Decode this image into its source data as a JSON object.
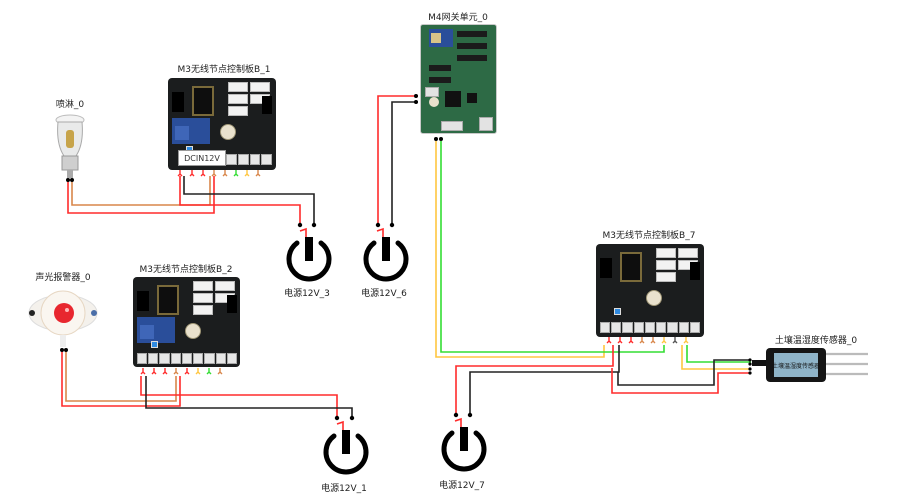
{
  "components": {
    "sprinkler": {
      "label": "喷淋_0",
      "icon": "sprinkler-icon"
    },
    "alarm": {
      "label": "声光报警器_0",
      "icon": "buzzer-light-alarm-icon"
    },
    "board_b1": {
      "label": "M3无线节点控制板B_1",
      "dc_label": "DCIN12V"
    },
    "board_b2": {
      "label": "M3无线节点控制板B_2"
    },
    "board_b7": {
      "label": "M3无线节点控制板B_7"
    },
    "gateway": {
      "label": "M4网关单元_0"
    },
    "soil_sensor": {
      "label": "土壤温湿度传感器_0",
      "body_text": "土壤温湿度传感器"
    },
    "power_3": {
      "label": "电源12V_3"
    },
    "power_6": {
      "label": "电源12V_6"
    },
    "power_1": {
      "label": "电源12V_1"
    },
    "power_7": {
      "label": "电源12V_7"
    }
  },
  "colors": {
    "red_wire": "#ff2b2b",
    "black_wire": "#222222",
    "orange_wire": "#d8864a",
    "yellow_wire": "#ffc640",
    "green_wire": "#33dd33",
    "power_icon": "#000000"
  },
  "connections": [
    {
      "from": "喷淋_0",
      "to": "M3无线节点控制板B_1",
      "wires": [
        "red",
        "orange"
      ]
    },
    {
      "from": "M3无线节点控制板B_1",
      "to": "电源12V_3",
      "wires": [
        "red",
        "black"
      ]
    },
    {
      "from": "M4网关单元_0",
      "to": "电源12V_6",
      "wires": [
        "red",
        "black"
      ]
    },
    {
      "from": "声光报警器_0",
      "to": "M3无线节点控制板B_2",
      "wires": [
        "red",
        "orange"
      ]
    },
    {
      "from": "M3无线节点控制板B_2",
      "to": "电源12V_1",
      "wires": [
        "red",
        "black"
      ]
    },
    {
      "from": "M4网关单元_0",
      "to": "M3无线节点控制板B_7",
      "wires": [
        "yellow",
        "green"
      ]
    },
    {
      "from": "M3无线节点控制板B_7",
      "to": "电源12V_7",
      "wires": [
        "red",
        "black"
      ]
    },
    {
      "from": "M3无线节点控制板B_7",
      "to": "土壤温湿度传感器_0",
      "wires": [
        "green",
        "yellow",
        "black",
        "red"
      ]
    }
  ]
}
